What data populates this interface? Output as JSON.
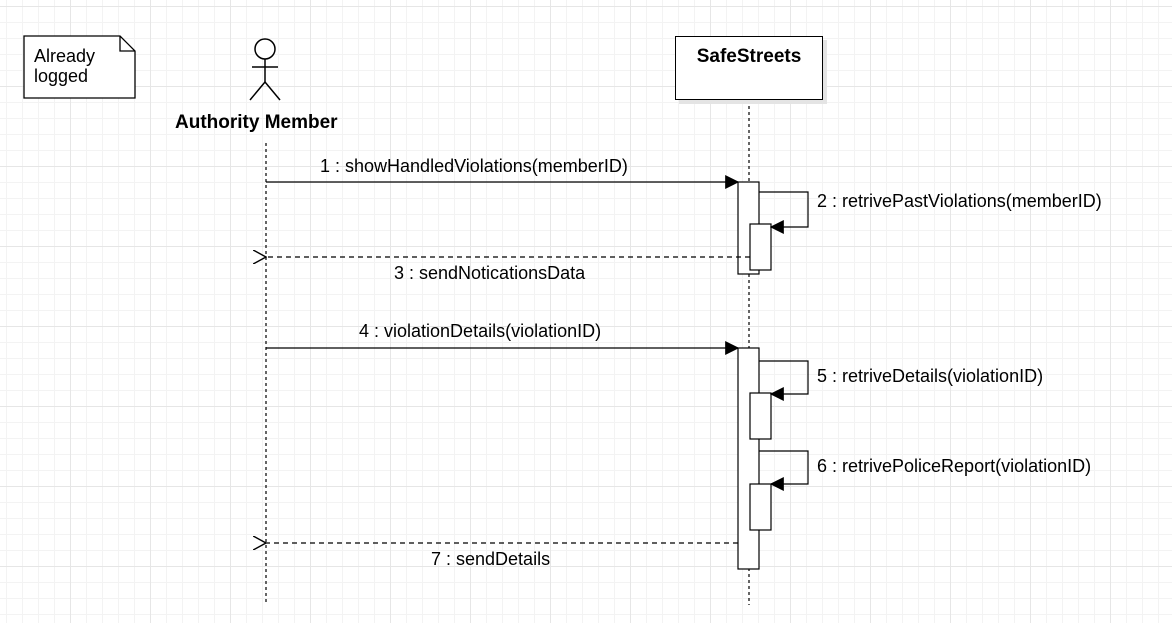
{
  "note": {
    "line1": "Already",
    "line2": "logged"
  },
  "participants": [
    {
      "name": "Authority Member",
      "kind": "actor"
    },
    {
      "name": "SafeStreets",
      "kind": "object"
    }
  ],
  "messages": [
    {
      "label": "1 : showHandledViolations(memberID)",
      "type": "sync"
    },
    {
      "label": "2 : retrivePastViolations(memberID)",
      "type": "self"
    },
    {
      "label": "3 : sendNoticationsData",
      "type": "return"
    },
    {
      "label": "4 : violationDetails(violationID)",
      "type": "sync"
    },
    {
      "label": "5 : retriveDetails(violationID)",
      "type": "self"
    },
    {
      "label": "6 : retrivePoliceReport(violationID)",
      "type": "self"
    },
    {
      "label": "7 : sendDetails",
      "type": "return"
    }
  ]
}
